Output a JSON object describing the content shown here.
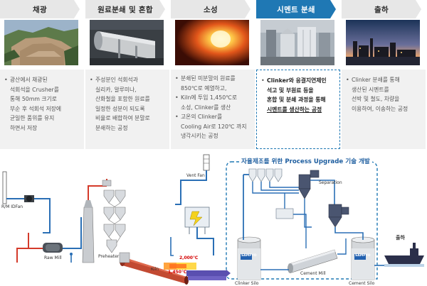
{
  "steps": [
    {
      "title": "채광",
      "photo": "quarry-photo",
      "lines": [
        "광산에서 채광된",
        "석회석을 Crusher를",
        "통해 50mm 크기로",
        "부순 후 석회석 저장에",
        "균일한 품위를 유지",
        "하면서 저장"
      ]
    },
    {
      "title": "원료분쇄 및 혼합",
      "photo": "raw-mill-photo",
      "lines": [
        "주성분인 석회석과",
        "실리카, 알루미나,",
        "산화철을 포함한 원료를",
        "일정한 성분이 되도록",
        "비율로 배합하여 분말로",
        "분쇄하는 공정"
      ]
    },
    {
      "title": "소성",
      "photo": "kiln-fire-photo",
      "lines": [
        "분쇄된 미분말의 원료를",
        "850℃로 예열하고,",
        "Kiln에 투입 1,450℃로",
        "소성, Clinker를 생산",
        "고온의 Clinker를",
        "Cooling Air로 120℃ 까지",
        "냉각시키는 공정"
      ]
    },
    {
      "title": "시멘트 분쇄",
      "photo": "cement-mill-photo",
      "lines": [
        "Clinker와 응결지연제인",
        "석고 및 부원료 등을",
        "혼합 및 분쇄 과정을 통해",
        "시멘트를 생산하는 공정"
      ]
    },
    {
      "title": "출하",
      "photo": "shipping-photo",
      "lines": [
        "Clinker 분쇄를 통해",
        "생산된 시멘트를",
        "선박 및 철도, 차량을",
        "이용하여, 이송하는 공정"
      ]
    }
  ],
  "diagram": {
    "upgrade_title": "자율제조를 위한 Process Upgrade 기술 개발",
    "labels": {
      "rm_idfan": "R/M IDFan",
      "raw_mill": "Raw Mill",
      "preheater": "Preheater",
      "kiln": "Kiln",
      "vent_fan": "Vent Fan",
      "temp_2000": "2,000℃",
      "temp_1450": "1,450℃",
      "clinker_silo": "Clinker Silo",
      "separation": "Separation",
      "cement_mill": "Cement Mill",
      "cement_silo": "Cement Silo",
      "shipping": "출하",
      "silo_brand": "SAMPYO"
    },
    "colors": {
      "pipe": "#2a6fb5",
      "pipe_red": "#d43a2a",
      "accent": "#1f78b4"
    }
  }
}
